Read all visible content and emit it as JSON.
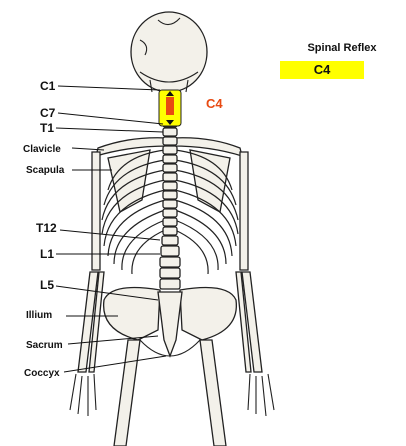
{
  "legend": {
    "title": "Spinal Reflex",
    "value": "C4",
    "highlight_color": "#ffff00"
  },
  "marker": {
    "label": "C4",
    "color": "#e84a12",
    "segment_color": "#ffff00"
  },
  "labels": [
    {
      "id": "c1",
      "text": "C1"
    },
    {
      "id": "c7",
      "text": "C7"
    },
    {
      "id": "t1",
      "text": "T1"
    },
    {
      "id": "clavicle",
      "text": "Clavicle"
    },
    {
      "id": "scapula",
      "text": "Scapula"
    },
    {
      "id": "t12",
      "text": "T12"
    },
    {
      "id": "l1",
      "text": "L1"
    },
    {
      "id": "l5",
      "text": "L5"
    },
    {
      "id": "illium",
      "text": "Illium"
    },
    {
      "id": "sacrum",
      "text": "Sacrum"
    },
    {
      "id": "coccyx",
      "text": "Coccyx"
    }
  ]
}
